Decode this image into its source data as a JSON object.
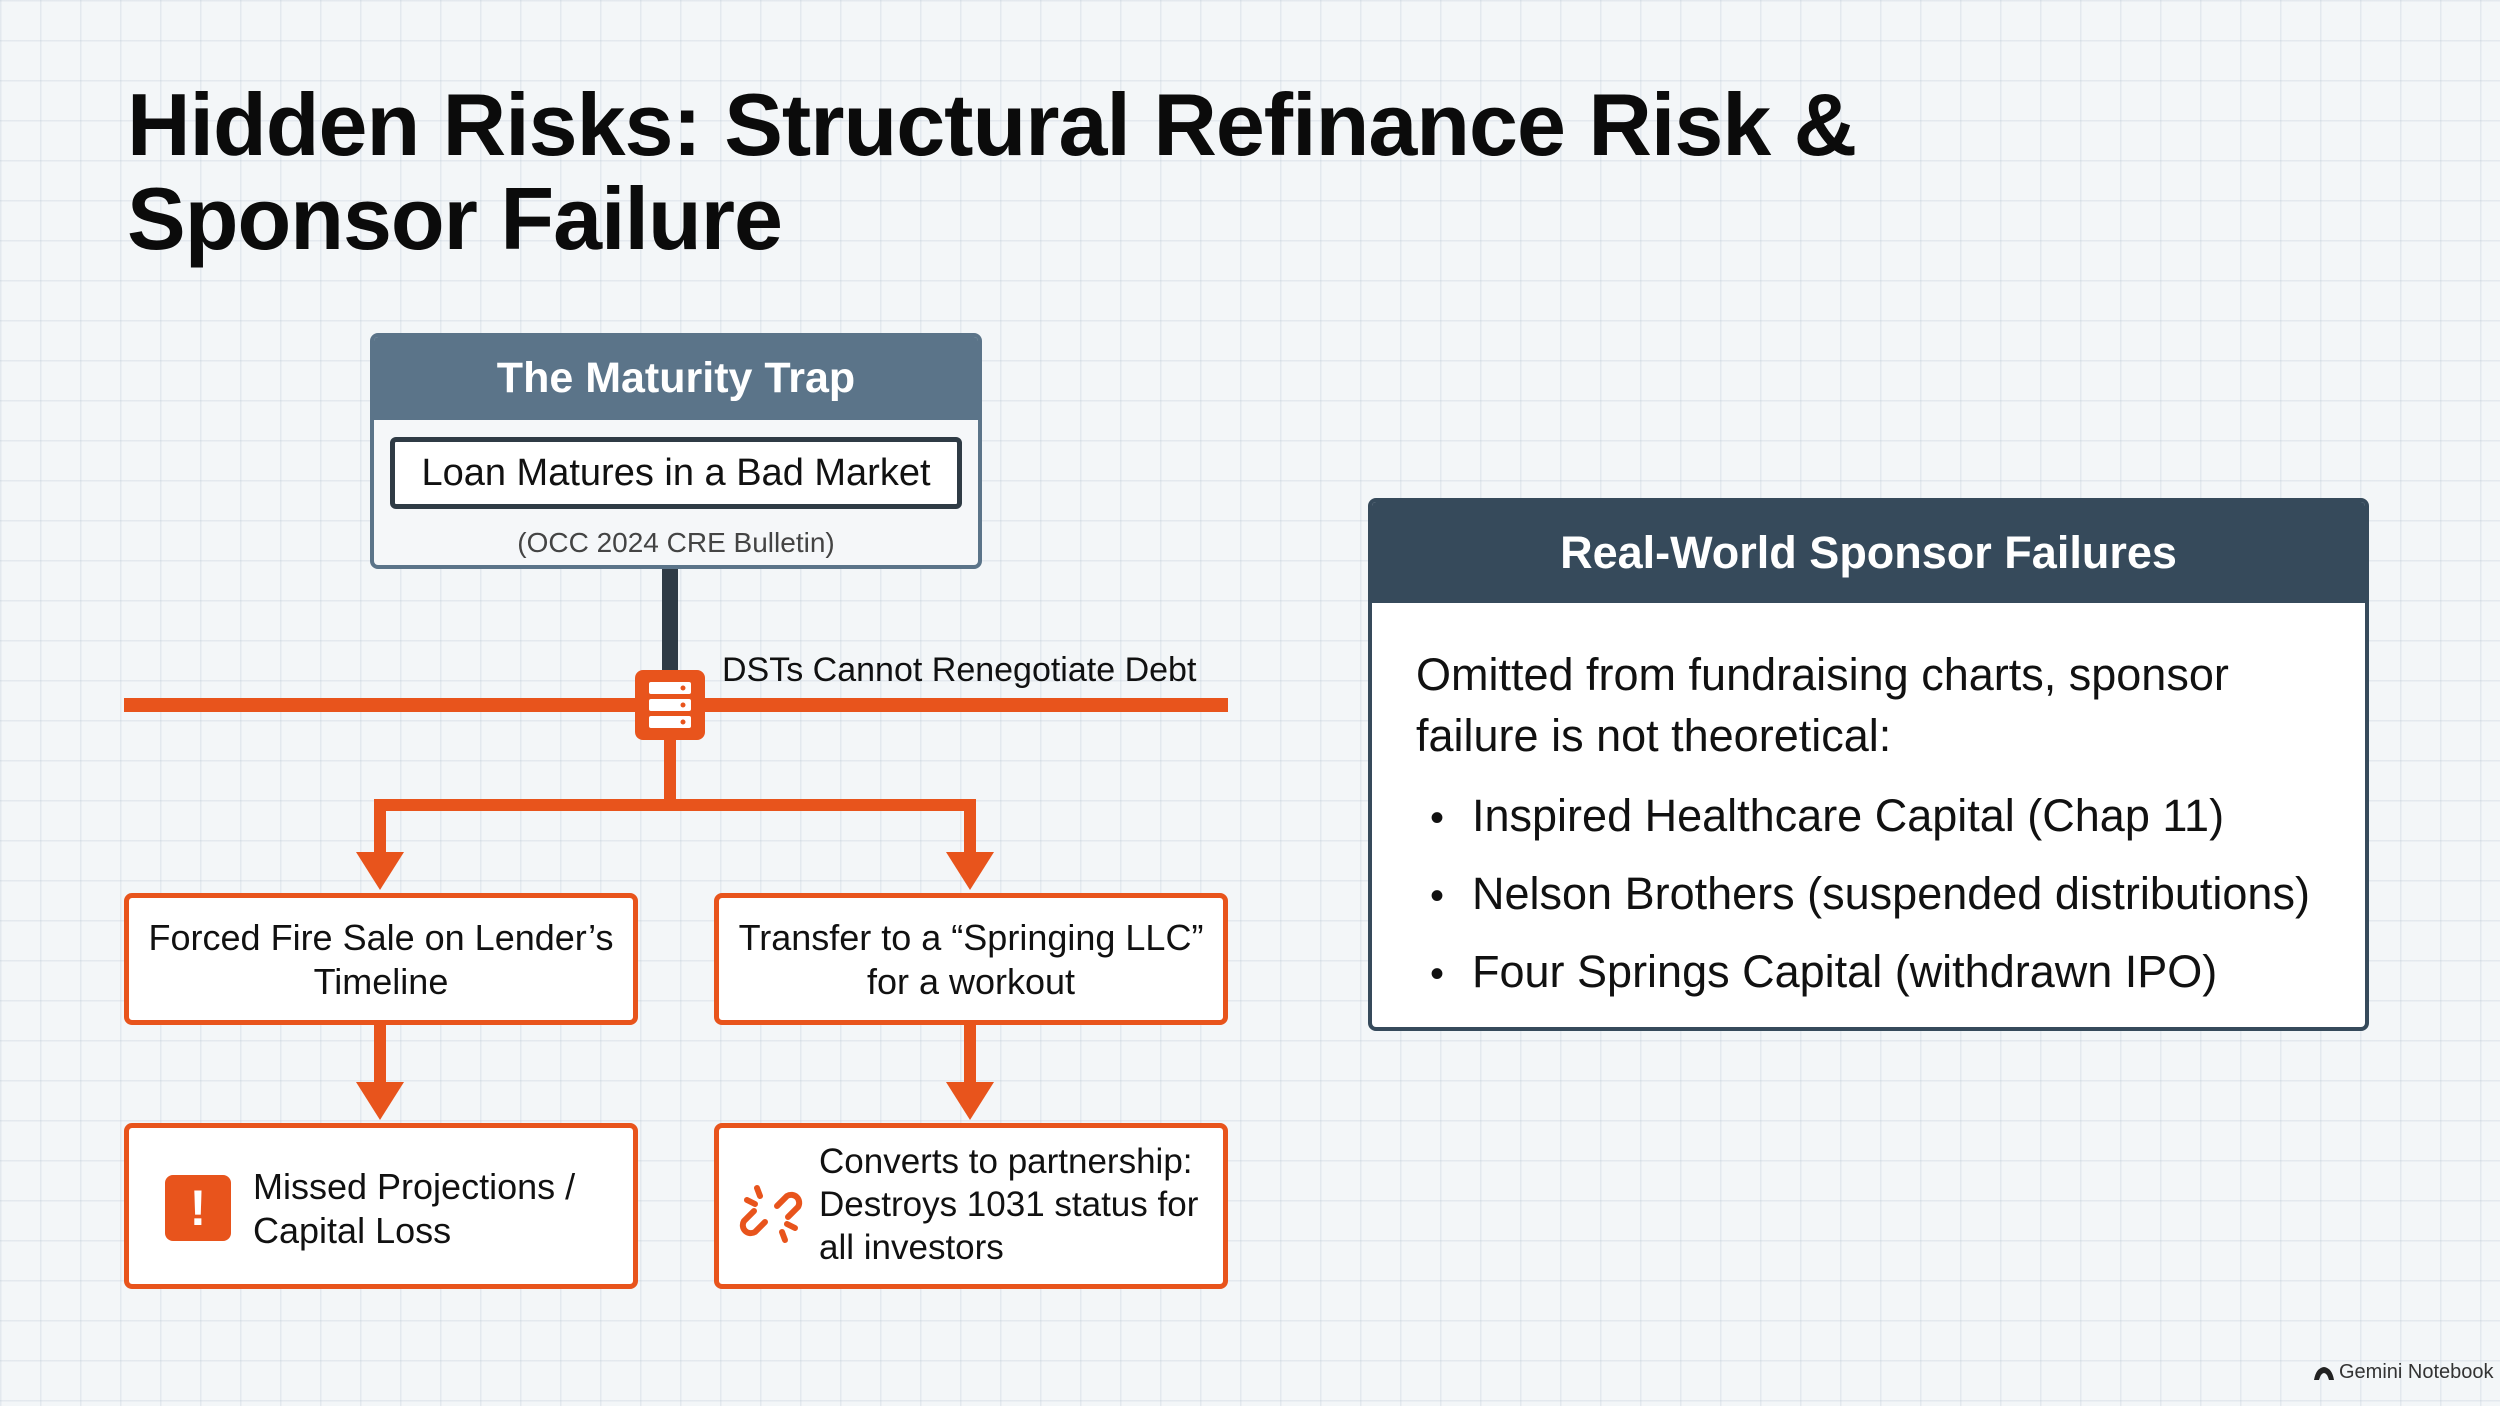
{
  "title": "Hidden Risks: Structural Refinance Risk & Sponsor Failure",
  "colors": {
    "accent_orange": "#e8541c",
    "slate_header": "#5b7489",
    "dark_header": "#364a5b",
    "stem": "#2f3b45"
  },
  "maturity_trap": {
    "header": "The Maturity Trap",
    "inner_label": "Loan Matures in a Bad Market",
    "caption": "(OCC 2024 CRE Bulletin)"
  },
  "debt_label": "DSTs Cannot Renegotiate Debt",
  "branches": {
    "left_top": "Forced Fire Sale on Lender’s Timeline",
    "right_top": "Transfer to a “Springing LLC” for a workout",
    "left_bottom": "Missed Projections / Capital Loss",
    "right_bottom": "Converts to partnership: Destroys 1031 status for all investors"
  },
  "icons": {
    "bar_center": "server-icon",
    "left_bottom": "alert-icon",
    "right_bottom": "broken-link-icon",
    "watermark": "gemini-icon"
  },
  "real_world": {
    "header": "Real-World Sponsor Failures",
    "intro": "Omitted from fundraising charts, sponsor failure is not theoretical:",
    "items": [
      "Inspired Healthcare Capital (Chap 11)",
      "Nelson Brothers (suspended distributions)",
      "Four Springs Capital (withdrawn IPO)"
    ]
  },
  "watermark": "Gemini Notebook"
}
